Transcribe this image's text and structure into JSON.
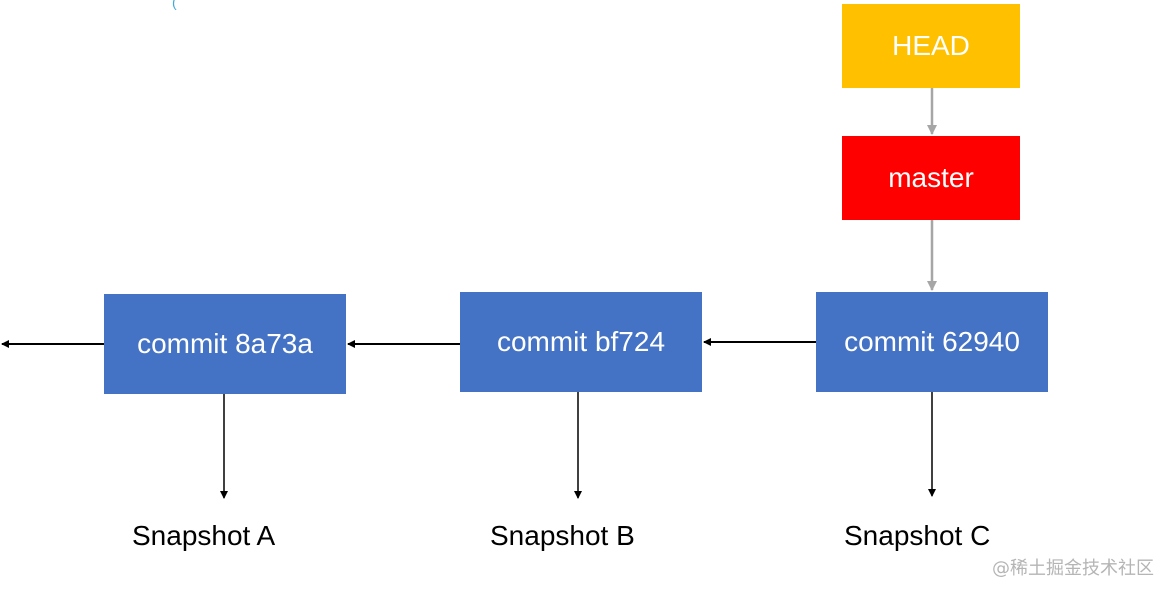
{
  "refs": {
    "head": {
      "label": "HEAD",
      "color": "#FFC000"
    },
    "master": {
      "label": "master",
      "color": "#FF0000"
    }
  },
  "commits": [
    {
      "label": "commit 8a73a",
      "snapshot": "Snapshot A"
    },
    {
      "label": "commit bf724",
      "snapshot": "Snapshot B"
    },
    {
      "label": "commit 62940",
      "snapshot": "Snapshot C"
    }
  ],
  "commit_color": "#4472C4",
  "arrow_colors": {
    "ref": "#A6A6A6",
    "commit": "#000000"
  },
  "watermark": "@稀土掘金技术社区"
}
